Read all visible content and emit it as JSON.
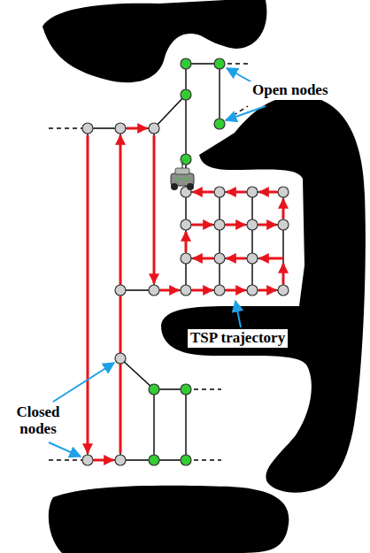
{
  "diagram": {
    "labels": [
      "Open nodes",
      "Closed nodes",
      "TSP trajectory"
    ]
  }
}
